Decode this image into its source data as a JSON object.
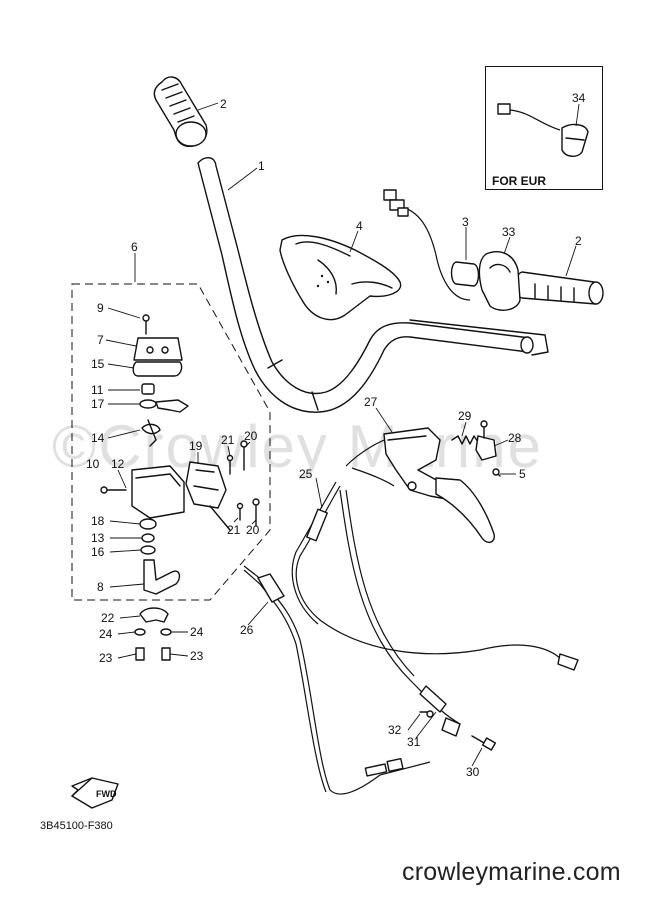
{
  "page": {
    "drawing_code": "3B45100-F380",
    "website": "crowleymarine.com",
    "watermark": "©Crowley Marine",
    "inset_label": "FOR EUR",
    "fwd_mark": "FWD"
  },
  "callouts": [
    {
      "id": "c-2a",
      "text": "2"
    },
    {
      "id": "c-1",
      "text": "1"
    },
    {
      "id": "c-34",
      "text": "34"
    },
    {
      "id": "c-4",
      "text": "4"
    },
    {
      "id": "c-3",
      "text": "3"
    },
    {
      "id": "c-33",
      "text": "33"
    },
    {
      "id": "c-2b",
      "text": "2"
    },
    {
      "id": "c-6",
      "text": "6"
    },
    {
      "id": "c-9",
      "text": "9"
    },
    {
      "id": "c-7",
      "text": "7"
    },
    {
      "id": "c-15",
      "text": "15"
    },
    {
      "id": "c-11",
      "text": "11"
    },
    {
      "id": "c-17",
      "text": "17"
    },
    {
      "id": "c-14",
      "text": "14"
    },
    {
      "id": "c-10",
      "text": "10"
    },
    {
      "id": "c-12",
      "text": "12"
    },
    {
      "id": "c-19",
      "text": "19"
    },
    {
      "id": "c-21a",
      "text": "21"
    },
    {
      "id": "c-20a",
      "text": "20"
    },
    {
      "id": "c-21b",
      "text": "21"
    },
    {
      "id": "c-20b",
      "text": "20"
    },
    {
      "id": "c-18",
      "text": "18"
    },
    {
      "id": "c-13",
      "text": "13"
    },
    {
      "id": "c-16",
      "text": "16"
    },
    {
      "id": "c-8",
      "text": "8"
    },
    {
      "id": "c-22",
      "text": "22"
    },
    {
      "id": "c-24a",
      "text": "24"
    },
    {
      "id": "c-24b",
      "text": "24"
    },
    {
      "id": "c-23a",
      "text": "23"
    },
    {
      "id": "c-23b",
      "text": "23"
    },
    {
      "id": "c-26",
      "text": "26"
    },
    {
      "id": "c-27",
      "text": "27"
    },
    {
      "id": "c-29",
      "text": "29"
    },
    {
      "id": "c-28",
      "text": "28"
    },
    {
      "id": "c-5",
      "text": "5"
    },
    {
      "id": "c-25",
      "text": "25"
    },
    {
      "id": "c-32",
      "text": "32"
    },
    {
      "id": "c-31",
      "text": "31"
    },
    {
      "id": "c-30",
      "text": "30"
    }
  ]
}
